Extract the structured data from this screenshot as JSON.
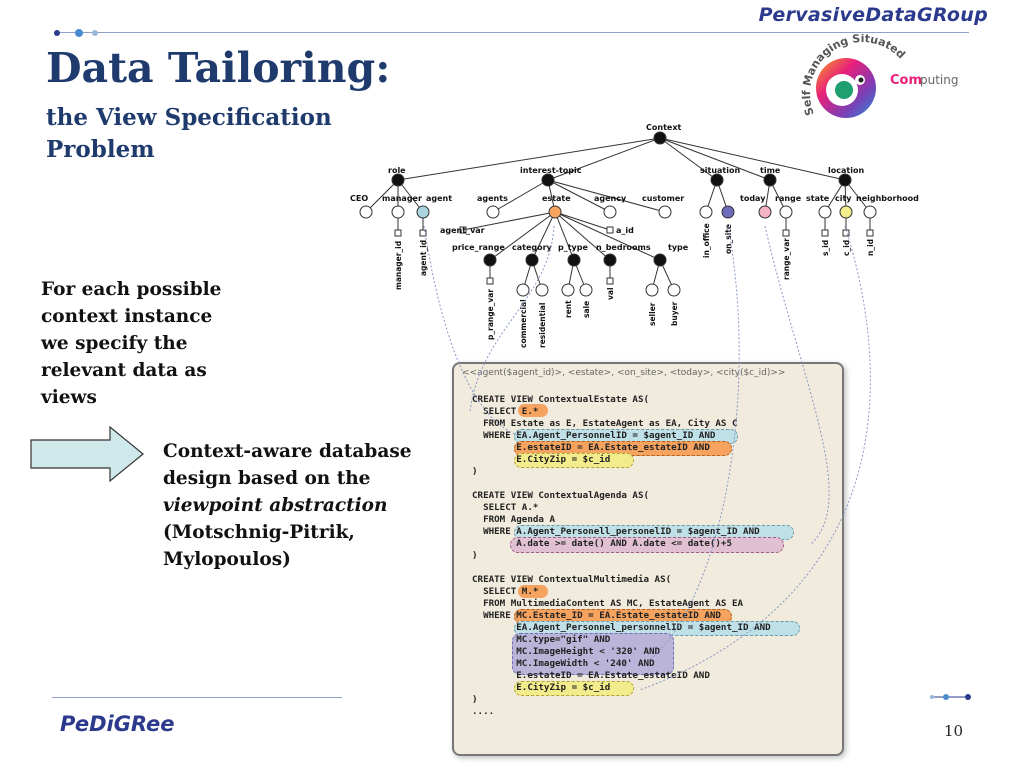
{
  "brand": "PervasiveDataGRoup",
  "title": "Data Tailoring:",
  "subtitle": "the View Specification Problem",
  "text1": "For each possible\ncontext instance\n we specify the\nrelevant data as\nviews",
  "text2": {
    "part1": "Context-aware database design based on the ",
    "italic": "viewpoint abstraction",
    "part2": " (Motschnig-Pitrik, Mylopoulos)"
  },
  "footer": "PeDiGRee",
  "page_number": "10",
  "logo": {
    "arc_text": "Self Managing Situated",
    "word_com": "Com",
    "word_puting": "puting"
  },
  "tree": {
    "root": "Context",
    "dimensions": [
      "role",
      "interest-topic",
      "situation",
      "time",
      "location"
    ],
    "role_values": [
      "CEO",
      "manager",
      "agent"
    ],
    "interest_values": [
      "agents",
      "estate",
      "agency",
      "customer"
    ],
    "situation_values": [
      "in_office",
      "on_site"
    ],
    "time_values": [
      "today",
      "range"
    ],
    "location_values": [
      "state",
      "city",
      "neighborhood"
    ],
    "params": [
      "manager_id",
      "agent_id",
      "agent_var",
      "a_id",
      "range_var",
      "s_id",
      "c_id",
      "n_id"
    ],
    "estate_subdims": [
      "price_range",
      "category",
      "p_type",
      "n_bedrooms",
      "type"
    ],
    "estate_leaves": [
      "p_range_var",
      "commercial",
      "residential",
      "rent",
      "sale",
      "val",
      "seller",
      "buyer"
    ]
  },
  "code": {
    "header": "<<agent($agent_id)>, <estate>, <on_site>, <today>, <city($c_id)>>",
    "lines": [
      "CREATE VIEW ContextualEstate AS(",
      "  SELECT E.*",
      "  FROM Estate as E, EstateAgent as EA, City AS C",
      "  WHERE EA.Agent_PersonnelID = $agent_ID AND",
      "        E.estateID = EA.Estate_estateID AND",
      "        E.CityZip = $c_id",
      ")",
      "",
      "CREATE VIEW ContextualAgenda AS(",
      "  SELECT A.*",
      "  FROM Agenda A",
      "  WHERE A.Agent_Personell_personelID = $agent_ID AND",
      "        A.date >= date() AND A.date <= date()+5",
      ")",
      "",
      "CREATE VIEW ContextualMultimedia AS(",
      "  SELECT M.*",
      "  FROM MultimediaContent AS MC, EstateAgent AS EA",
      "  WHERE MC.Estate_ID = EA.Estate_estateID AND",
      "        EA.Agent_Personnel_personnelID = $agent_ID AND",
      "        MC.type=\"gif\" AND",
      "        MC.ImageHeight < '320' AND",
      "        MC.ImageWidth < '240' AND",
      "        E.estateID = EA.Estate_estateID AND",
      "        E.CityZip = $c_id",
      ")",
      "...."
    ]
  },
  "colors": {
    "title": "#1f3a6d",
    "agent": "#a9d4e0",
    "estate": "#f5a35f",
    "on_site": "#6b6db8",
    "today": "#f2b3c6",
    "city": "#f3ec8c",
    "arrow_fill": "#cfe8ea"
  }
}
